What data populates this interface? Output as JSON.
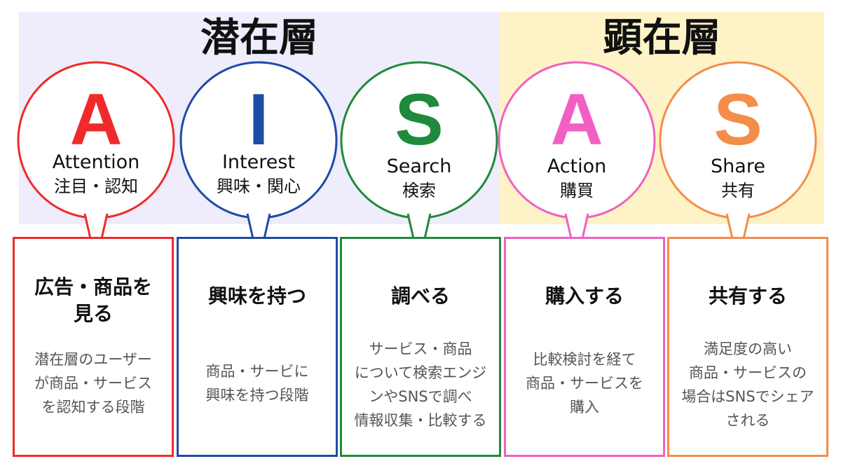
{
  "zones": {
    "latent_label": "潜在層",
    "manifest_label": "顕在層",
    "latent_color": "#efecfb",
    "manifest_color": "#fdf3c6"
  },
  "stages": [
    {
      "letter": "A",
      "english": "Attention",
      "japanese": "注目・認知",
      "color": "#f02a2a",
      "card_title": "広告・商品を\n見る",
      "card_desc": "潜在層のユーザー\nが商品・サービス\nを認知する段階"
    },
    {
      "letter": "I",
      "english": "Interest",
      "japanese": "興味・関心",
      "color": "#1f4aa8",
      "card_title": "興味を持つ",
      "card_desc": "商品・サービに\n興味を持つ段階"
    },
    {
      "letter": "S",
      "english": "Search",
      "japanese": "検索",
      "color": "#1f8a3b",
      "card_title": "調べる",
      "card_desc": "サービス・商品\nについて検索エンジ\nンやSNSで調べ\n情報収集・比較する"
    },
    {
      "letter": "A",
      "english": "Action",
      "japanese": "購買",
      "color": "#f25fc3",
      "card_title": "購入する",
      "card_desc": "比較検討を経て\n商品・サービスを\n購入"
    },
    {
      "letter": "S",
      "english": "Share",
      "japanese": "共有",
      "color": "#f58d4a",
      "card_title": "共有する",
      "card_desc": "満足度の高い\n商品・サービスの\n場合はSNSでシェア\nされる"
    }
  ]
}
